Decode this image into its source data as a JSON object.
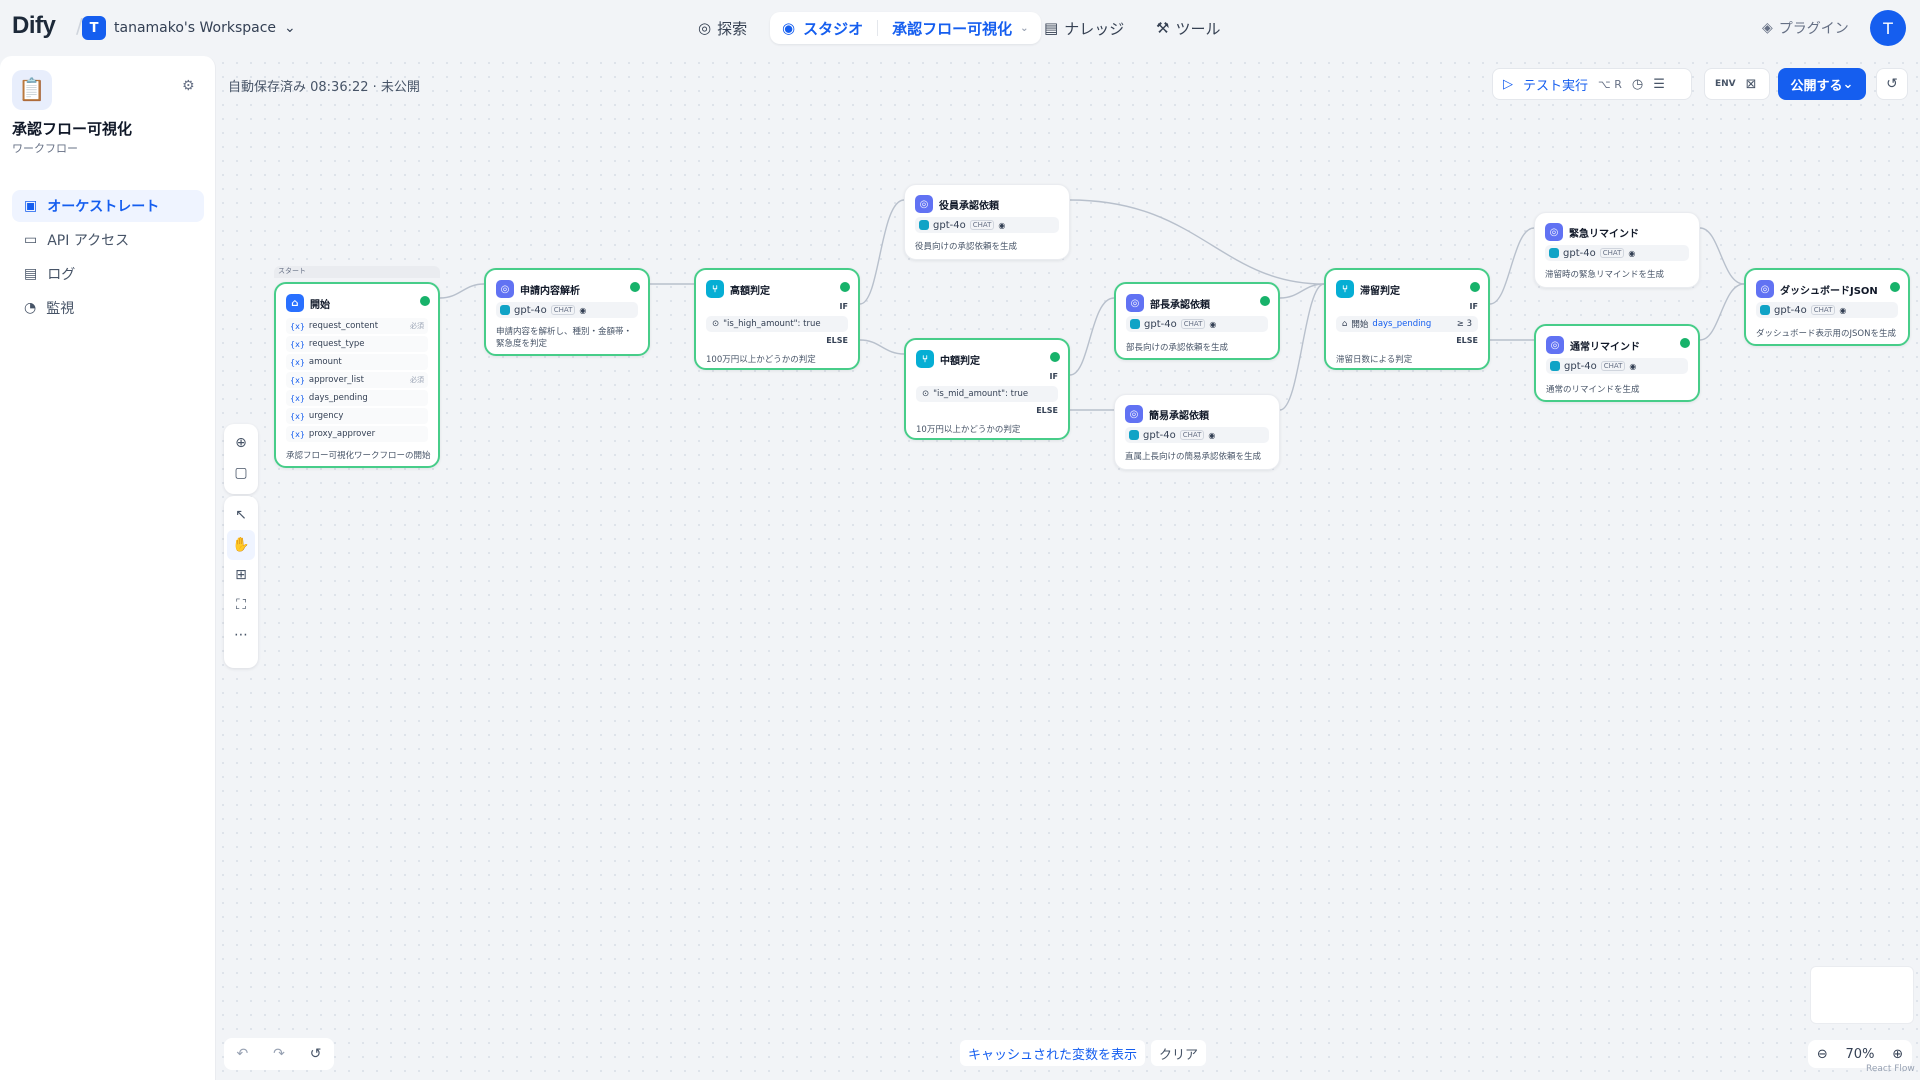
{
  "brand": {
    "logo": "Dify"
  },
  "workspace": {
    "initial": "T",
    "name": "tanamako's Workspace"
  },
  "nav": {
    "explore": "探索",
    "studio": "スタジオ",
    "current_app": "承認フロー可視化",
    "knowledge": "ナレッジ",
    "tools": "ツール",
    "plugins": "プラグイン",
    "user_initial": "T"
  },
  "sidebar": {
    "app_name": "承認フロー可視化",
    "app_type": "ワークフロー",
    "items": [
      {
        "label": "オーケストレート"
      },
      {
        "label": "API アクセス"
      },
      {
        "label": "ログ"
      },
      {
        "label": "監視"
      }
    ]
  },
  "toolbar": {
    "status": "自動保存済み 08:36:22 · 未公開",
    "test_run": "テスト実行",
    "shortcut": "⌥ R",
    "env": "ENV",
    "publish": "公開する"
  },
  "nodes": {
    "start": {
      "section": "スタート",
      "title": "開始",
      "vars": [
        {
          "name": "request_content",
          "req": "必須"
        },
        {
          "name": "request_type",
          "req": ""
        },
        {
          "name": "amount",
          "req": ""
        },
        {
          "name": "approver_list",
          "req": "必須"
        },
        {
          "name": "days_pending",
          "req": ""
        },
        {
          "name": "urgency",
          "req": ""
        },
        {
          "name": "proxy_approver",
          "req": ""
        }
      ],
      "desc": "承認フロー可視化ワークフローの開始"
    },
    "parse": {
      "title": "申請内容解析",
      "model": "gpt-4o",
      "tag": "CHAT",
      "desc": "申請内容を解析し、種別・金額帯・緊急度を判定"
    },
    "high": {
      "title": "高額判定",
      "if": "IF",
      "else": "ELSE",
      "cond": "\"is_high_amount\": true",
      "desc": "100万円以上かどうかの判定"
    },
    "exec": {
      "title": "役員承認依頼",
      "model": "gpt-4o",
      "tag": "CHAT",
      "desc": "役員向けの承認依頼を生成"
    },
    "mid": {
      "title": "中額判定",
      "if": "IF",
      "else": "ELSE",
      "cond": "\"is_mid_amount\": true",
      "desc": "10万円以上かどうかの判定"
    },
    "dept": {
      "title": "部長承認依頼",
      "model": "gpt-4o",
      "tag": "CHAT",
      "desc": "部長向けの承認依頼を生成"
    },
    "simple": {
      "title": "簡易承認依頼",
      "model": "gpt-4o",
      "tag": "CHAT",
      "desc": "直属上長向けの簡易承認依頼を生成"
    },
    "stall": {
      "title": "滞留判定",
      "if": "IF",
      "else": "ELSE",
      "cond_src": "開始",
      "cond": "days_pending",
      "op": "≥ 3",
      "desc": "滞留日数による判定"
    },
    "urgent": {
      "title": "緊急リマインド",
      "model": "gpt-4o",
      "tag": "CHAT",
      "desc": "滞留時の緊急リマインドを生成"
    },
    "normal": {
      "title": "通常リマインド",
      "model": "gpt-4o",
      "tag": "CHAT",
      "desc": "通常のリマインドを生成"
    },
    "dash": {
      "title": "ダッシュボードJSON",
      "model": "gpt-4o",
      "tag": "CHAT",
      "desc": "ダッシュボード表示用のJSONを生成"
    }
  },
  "footer": {
    "cache": "キャッシュされた変数を表示",
    "clear": "クリア",
    "zoom": "70%",
    "brand": "React Flow"
  }
}
